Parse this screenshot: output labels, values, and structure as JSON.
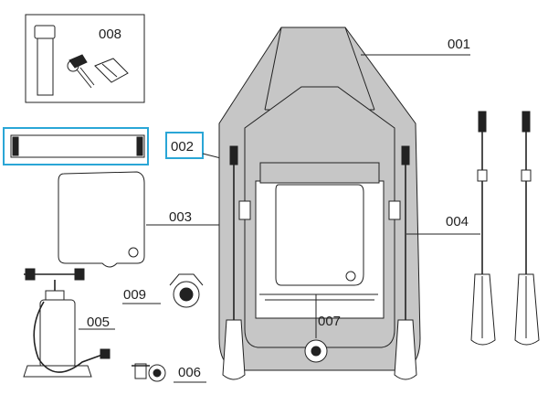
{
  "labels": {
    "p001": "001",
    "p002": "002",
    "p003": "003",
    "p004": "004",
    "p005": "005",
    "p006": "006",
    "p007": "007",
    "p008": "008",
    "p009": "009"
  },
  "colors": {
    "hull": "#c6c6c6",
    "line": "#222222",
    "highlight": "#2aa6d6"
  },
  "selected_part": "002"
}
